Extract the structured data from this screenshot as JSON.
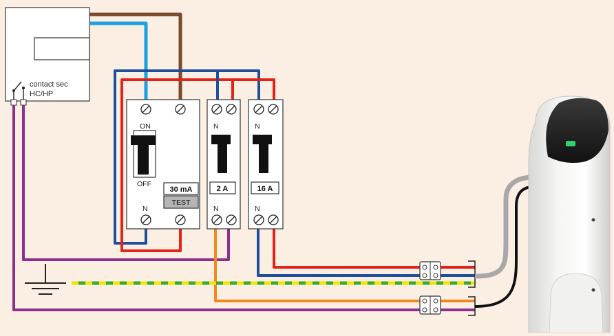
{
  "meter": {
    "contact_label": "contact sec",
    "tariff_label": "HC/HP"
  },
  "differential": {
    "on_label": "ON",
    "off_label": "OFF",
    "neutral_label": "N",
    "rating": "30 mA",
    "test_label": "TEST"
  },
  "breaker_2a": {
    "neutral_top": "N",
    "neutral_bottom": "N",
    "rating": "2 A"
  },
  "breaker_16a": {
    "neutral_top": "N",
    "neutral_bottom": "N",
    "rating": "16 A"
  },
  "colors": {
    "background": "#fbeee3",
    "phase_red": "#e2231a",
    "neutral_blue": "#1d4f9c",
    "brown": "#7b4a2e",
    "light_blue": "#1aa3e0",
    "purple": "#8e2f8b",
    "orange": "#ef8a1c",
    "earth_green": "#3aa935",
    "earth_yellow": "#f3e500",
    "cable_grey": "#a8a8a8",
    "cable_black": "#111111"
  },
  "icons": {
    "earth": "ground-symbol-icon",
    "switch": "switch-contact-icon",
    "terminal": "screw-terminal-icon",
    "connector": "wire-connector-icon"
  }
}
